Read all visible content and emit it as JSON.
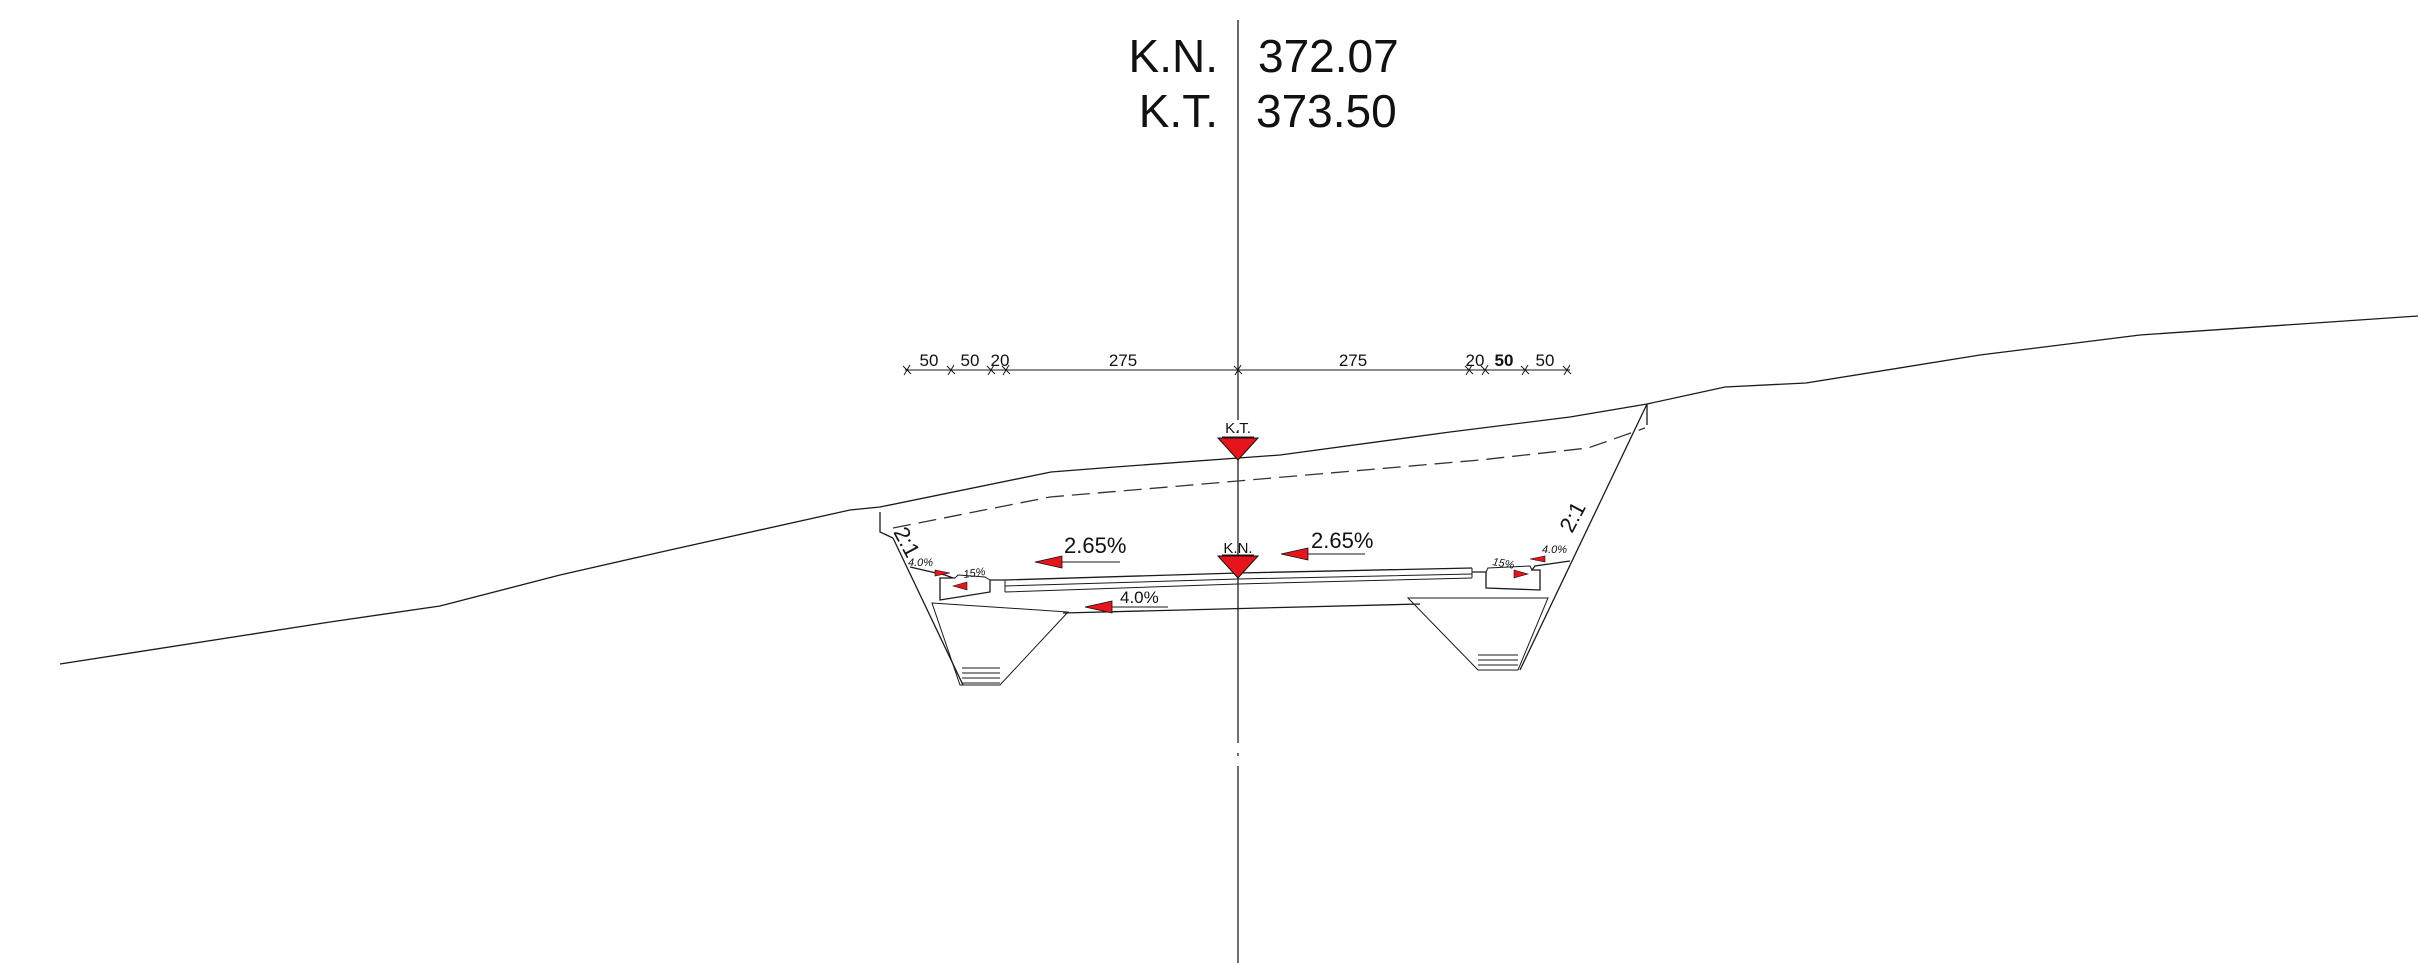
{
  "header": {
    "kn_label": "K.N.",
    "kn_value": "372.07",
    "kt_label": "K.T.",
    "kt_value": "373.50"
  },
  "dimensions": [
    "50",
    "50",
    "20",
    "275",
    "275",
    "20",
    "50",
    "50"
  ],
  "markers": {
    "kt": "K.T.",
    "kn": "K.N."
  },
  "slopes": {
    "left_main": "2.65%",
    "right_main": "2.65%",
    "base": "4.0%",
    "left_shoulder": "4.0%",
    "left_ditch": "15%",
    "right_ditch": "15%",
    "right_shoulder": "4.0%"
  },
  "side_slopes": {
    "left": "2:1",
    "right": "2:1"
  },
  "colors": {
    "marker_red": "#e8141b",
    "line": "#1a1a1a"
  }
}
